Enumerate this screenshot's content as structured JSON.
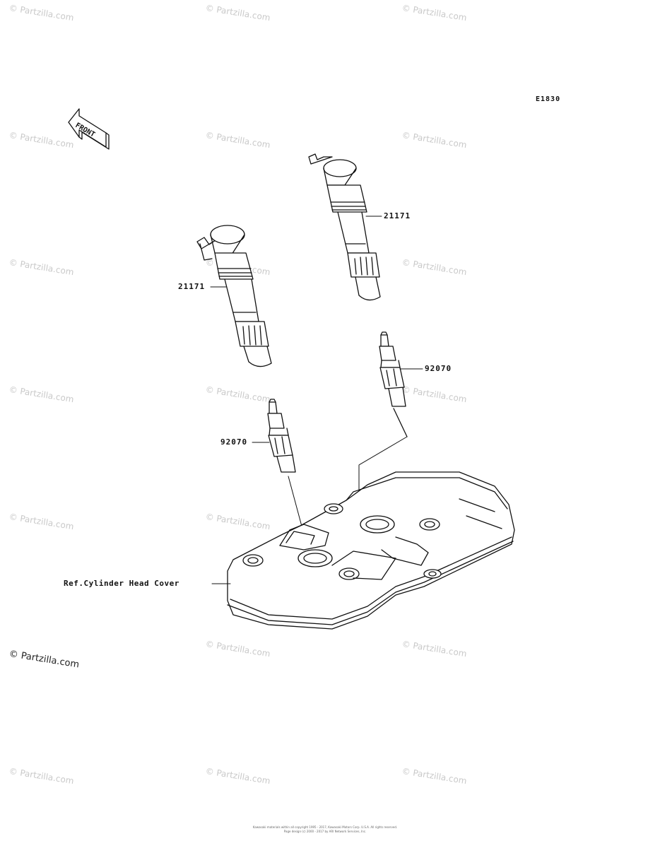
{
  "diagram_code": "E1830",
  "front_label": "FRONT",
  "parts": {
    "coil_right": "21171",
    "coil_left": "21171",
    "plug_right": "92070",
    "plug_left": "92070",
    "cover_ref": "Ref.Cylinder Head Cover"
  },
  "watermark_text": "© Partzilla.com",
  "copyright_main": "© Partzilla.com",
  "footer": {
    "line1": "Kawasaki materials within all copyright 1995 - 2017, Kawasaki Motors Corp. U.S.A. All rights reserved.",
    "line2": "Page design (c) 2000 - 2017 by ARI Network Services, Inc."
  }
}
